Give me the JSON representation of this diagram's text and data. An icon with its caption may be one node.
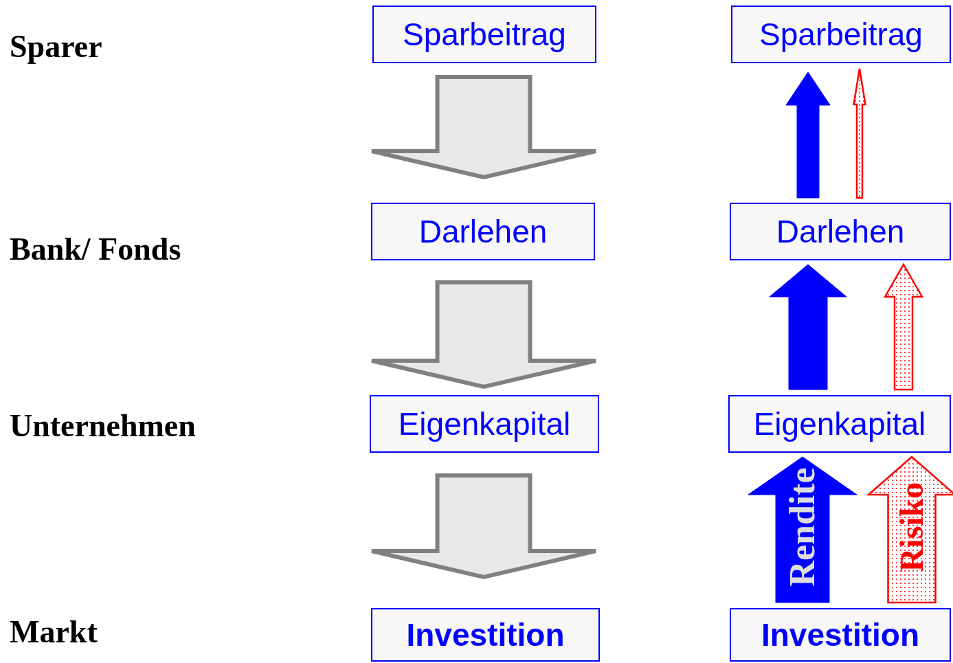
{
  "diagram": {
    "nodes": [
      {
        "text": [
          "Sparbeitrag"
        ]
      },
      {
        "text": [
          "Darlehen"
        ]
      },
      {
        "text": [
          "Eigenkapital"
        ]
      },
      {
        "text": [
          "Investition"
        ]
      },
      {
        "text": [
          "Sparbeitrag"
        ]
      },
      {
        "text": [
          "Darlehen"
        ]
      },
      {
        "text": [
          "Eigenkapital"
        ]
      },
      {
        "text": [
          "Investition"
        ]
      }
    ],
    "edges": [
      {
        "from": 0,
        "to": 1,
        "arrow": "to",
        "color": "#808080"
      },
      {
        "from": 1,
        "to": 2,
        "arrow": "to",
        "color": "#808080"
      },
      {
        "from": 2,
        "to": 3,
        "arrow": "to",
        "color": "#808080"
      },
      {
        "from": 7,
        "to": 6,
        "arrow": "to",
        "label": "Rendite"
      },
      {
        "from": 7,
        "to": 6,
        "arrow": "to",
        "label": "Risiko",
        "color": "#ff0000"
      },
      {
        "from": 6,
        "to": 5,
        "arrow": "to"
      },
      {
        "from": 6,
        "to": 5,
        "arrow": "to",
        "color": "#ff0000"
      },
      {
        "from": 5,
        "to": 4,
        "arrow": "to"
      },
      {
        "from": 5,
        "to": 4,
        "arrow": "to",
        "color": "#ff0000"
      }
    ],
    "labels": [
      "Sparer",
      "Bank/ Fonds",
      "Unternehmen",
      "Markt"
    ]
  }
}
